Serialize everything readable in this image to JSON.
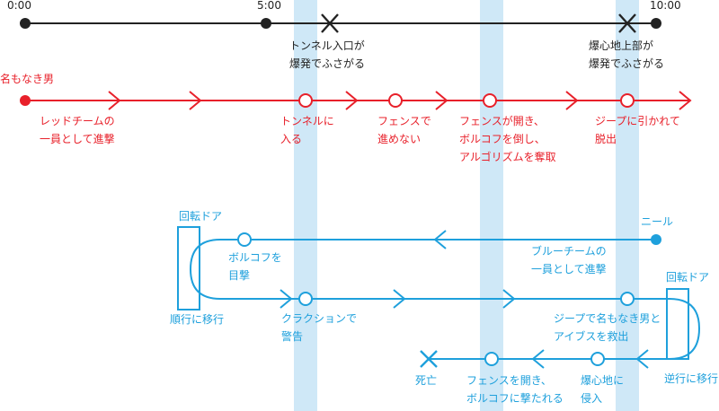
{
  "colors": {
    "timeline": "#222222",
    "red_path": "#e8202a",
    "blue_path": "#1ea0dc",
    "highlight_band": "#cfe8f7",
    "door_box": "#1ea0dc"
  },
  "timeline": {
    "ticks": [
      {
        "label": "0:00"
      },
      {
        "label": "5:00"
      },
      {
        "label": "10:00"
      }
    ],
    "events": [
      {
        "text": "トンネル入口が\n爆発でふさがる",
        "icon": "x-mark-icon"
      },
      {
        "text": "爆心地上部が\n爆発でふさがる",
        "icon": "x-mark-icon"
      }
    ]
  },
  "red_character": {
    "name": "名もなき男",
    "events": [
      {
        "text": "レッドチームの\n一員として進撃"
      },
      {
        "text": "トンネルに\n入る"
      },
      {
        "text": "フェンスで\n進めない"
      },
      {
        "text": "フェンスが開き、\nボルコフを倒し、\nアルゴリズムを奪取"
      },
      {
        "text": "ジープに引かれて\n脱出"
      }
    ]
  },
  "blue_character": {
    "name": "ニール",
    "events": [
      {
        "text": "ブルーチームの\n一員として進撃"
      },
      {
        "text": "ボルコフを\n目撃"
      },
      {
        "text": "クラクションで\n警告"
      },
      {
        "text": "ジープで名もなき男と\nアイブスを救出"
      },
      {
        "text": "爆心地に\n侵入"
      },
      {
        "text": "フェンスを開き、\nボルコフに撃たれる"
      },
      {
        "text": "死亡"
      }
    ],
    "turnstiles": [
      {
        "title": "回転ドア",
        "caption": "順行に移行"
      },
      {
        "title": "回転ドア",
        "caption": "逆行に移行"
      }
    ]
  }
}
